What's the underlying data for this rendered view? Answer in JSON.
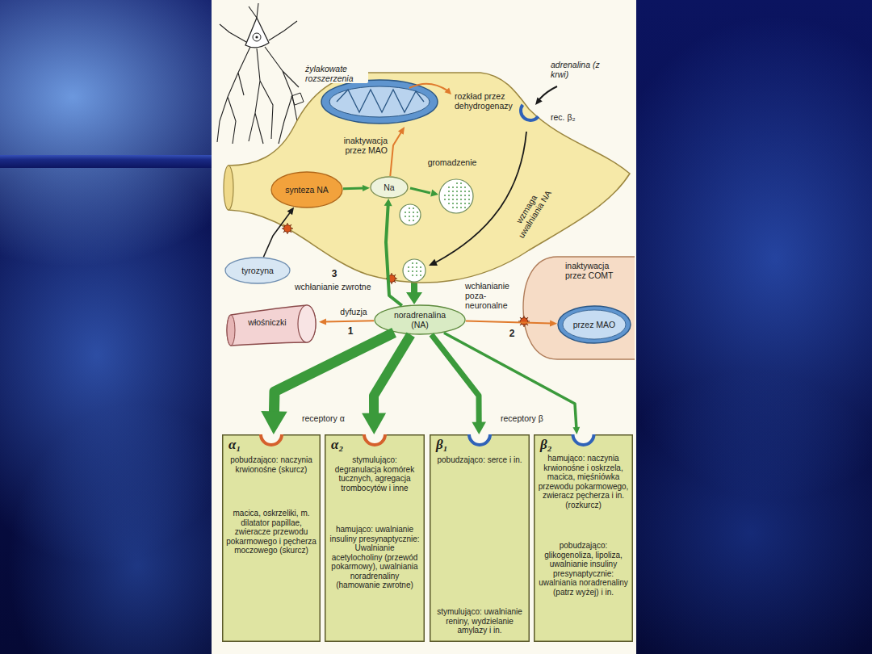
{
  "diagram": {
    "nodes": [
      {
        "text": [
          "gromadzenie"
        ]
      },
      {
        "text": [
          "rozkład przez dehydrogenazy"
        ],
        "in": 0
      },
      {
        "text": [
          "synteza NA"
        ],
        "in": 0
      },
      {
        "text": [
          "Na"
        ],
        "in": 0
      },
      {
        "text": [
          "tyrozyna"
        ]
      },
      {
        "text": [
          "noradrenalina (NA)"
        ]
      },
      {
        "text": [
          "włośniczki"
        ]
      },
      {
        "text": [
          "inaktywacja przez COMT"
        ]
      },
      {
        "text": [
          "przez MAO"
        ],
        "in": 7
      },
      {
        "text": [
          "α₁",
          "pobudzająco: naczynia krwionośne (skurcz)",
          "macica, oskrzeliki, m. dilatator papillae, zwieracze przewodu pokarmowego i pęcherza moczowego (skurcz)"
        ]
      },
      {
        "text": [
          "α₂",
          "stymulująco: degranulacja komórek tucznych, agregacja trombocytów i inne",
          "hamująco: uwalnianie insuliny presynaptycznie: Uwalnianie acetylocholiny (przewód pokarmowy), uwalniania noradrenaliny (hamowanie zwrotne)"
        ]
      },
      {
        "text": [
          "β₁",
          "pobudzająco: serce i in.",
          "stymulująco: uwalnianie reniny, wydzielanie amylazy i in."
        ]
      },
      {
        "text": [
          "β₂",
          "hamująco: naczynia krwionośne i oskrzela, macica, mięśniówka przewodu pokarmowego, zwieracz pęcherza i in. (rozkurcz)",
          "pobudzająco: glikogenoliza, lipoliza, uwalnianie insuliny presynaptycznie: uwalniania noradrenaliny (patrz wyżej) i in."
        ]
      }
    ],
    "edges": [
      {
        "from": 4,
        "to": 2,
        "arrow": "to"
      },
      {
        "from": 2,
        "to": 3,
        "arrow": "to"
      },
      {
        "from": 3,
        "to": 1,
        "label": "inaktywacja przez MAO",
        "arrow": "to"
      },
      {
        "from": 5,
        "to": 3,
        "label": "wchłanianie zwrotne",
        "arrow": "to"
      },
      {
        "from": 5,
        "to": 6,
        "label": "dyfuzja",
        "arrow": "to"
      },
      {
        "from": 5,
        "to": 8,
        "label": "wchłanianie poza- neuronalne",
        "arrow": "to"
      },
      {
        "from": 5,
        "to": 9,
        "arrow": "to"
      },
      {
        "from": 5,
        "to": 10,
        "arrow": "to"
      },
      {
        "from": 5,
        "to": 11,
        "arrow": "to"
      },
      {
        "from": 5,
        "to": 12,
        "arrow": "to"
      }
    ],
    "labels": [
      "żylakowate rozszerzenia",
      "adrenalina (z krwi)",
      "rec. β₂",
      "wzmaga uwalniania NA",
      "3",
      "1",
      "2",
      "receptory α",
      "receptory β"
    ]
  }
}
